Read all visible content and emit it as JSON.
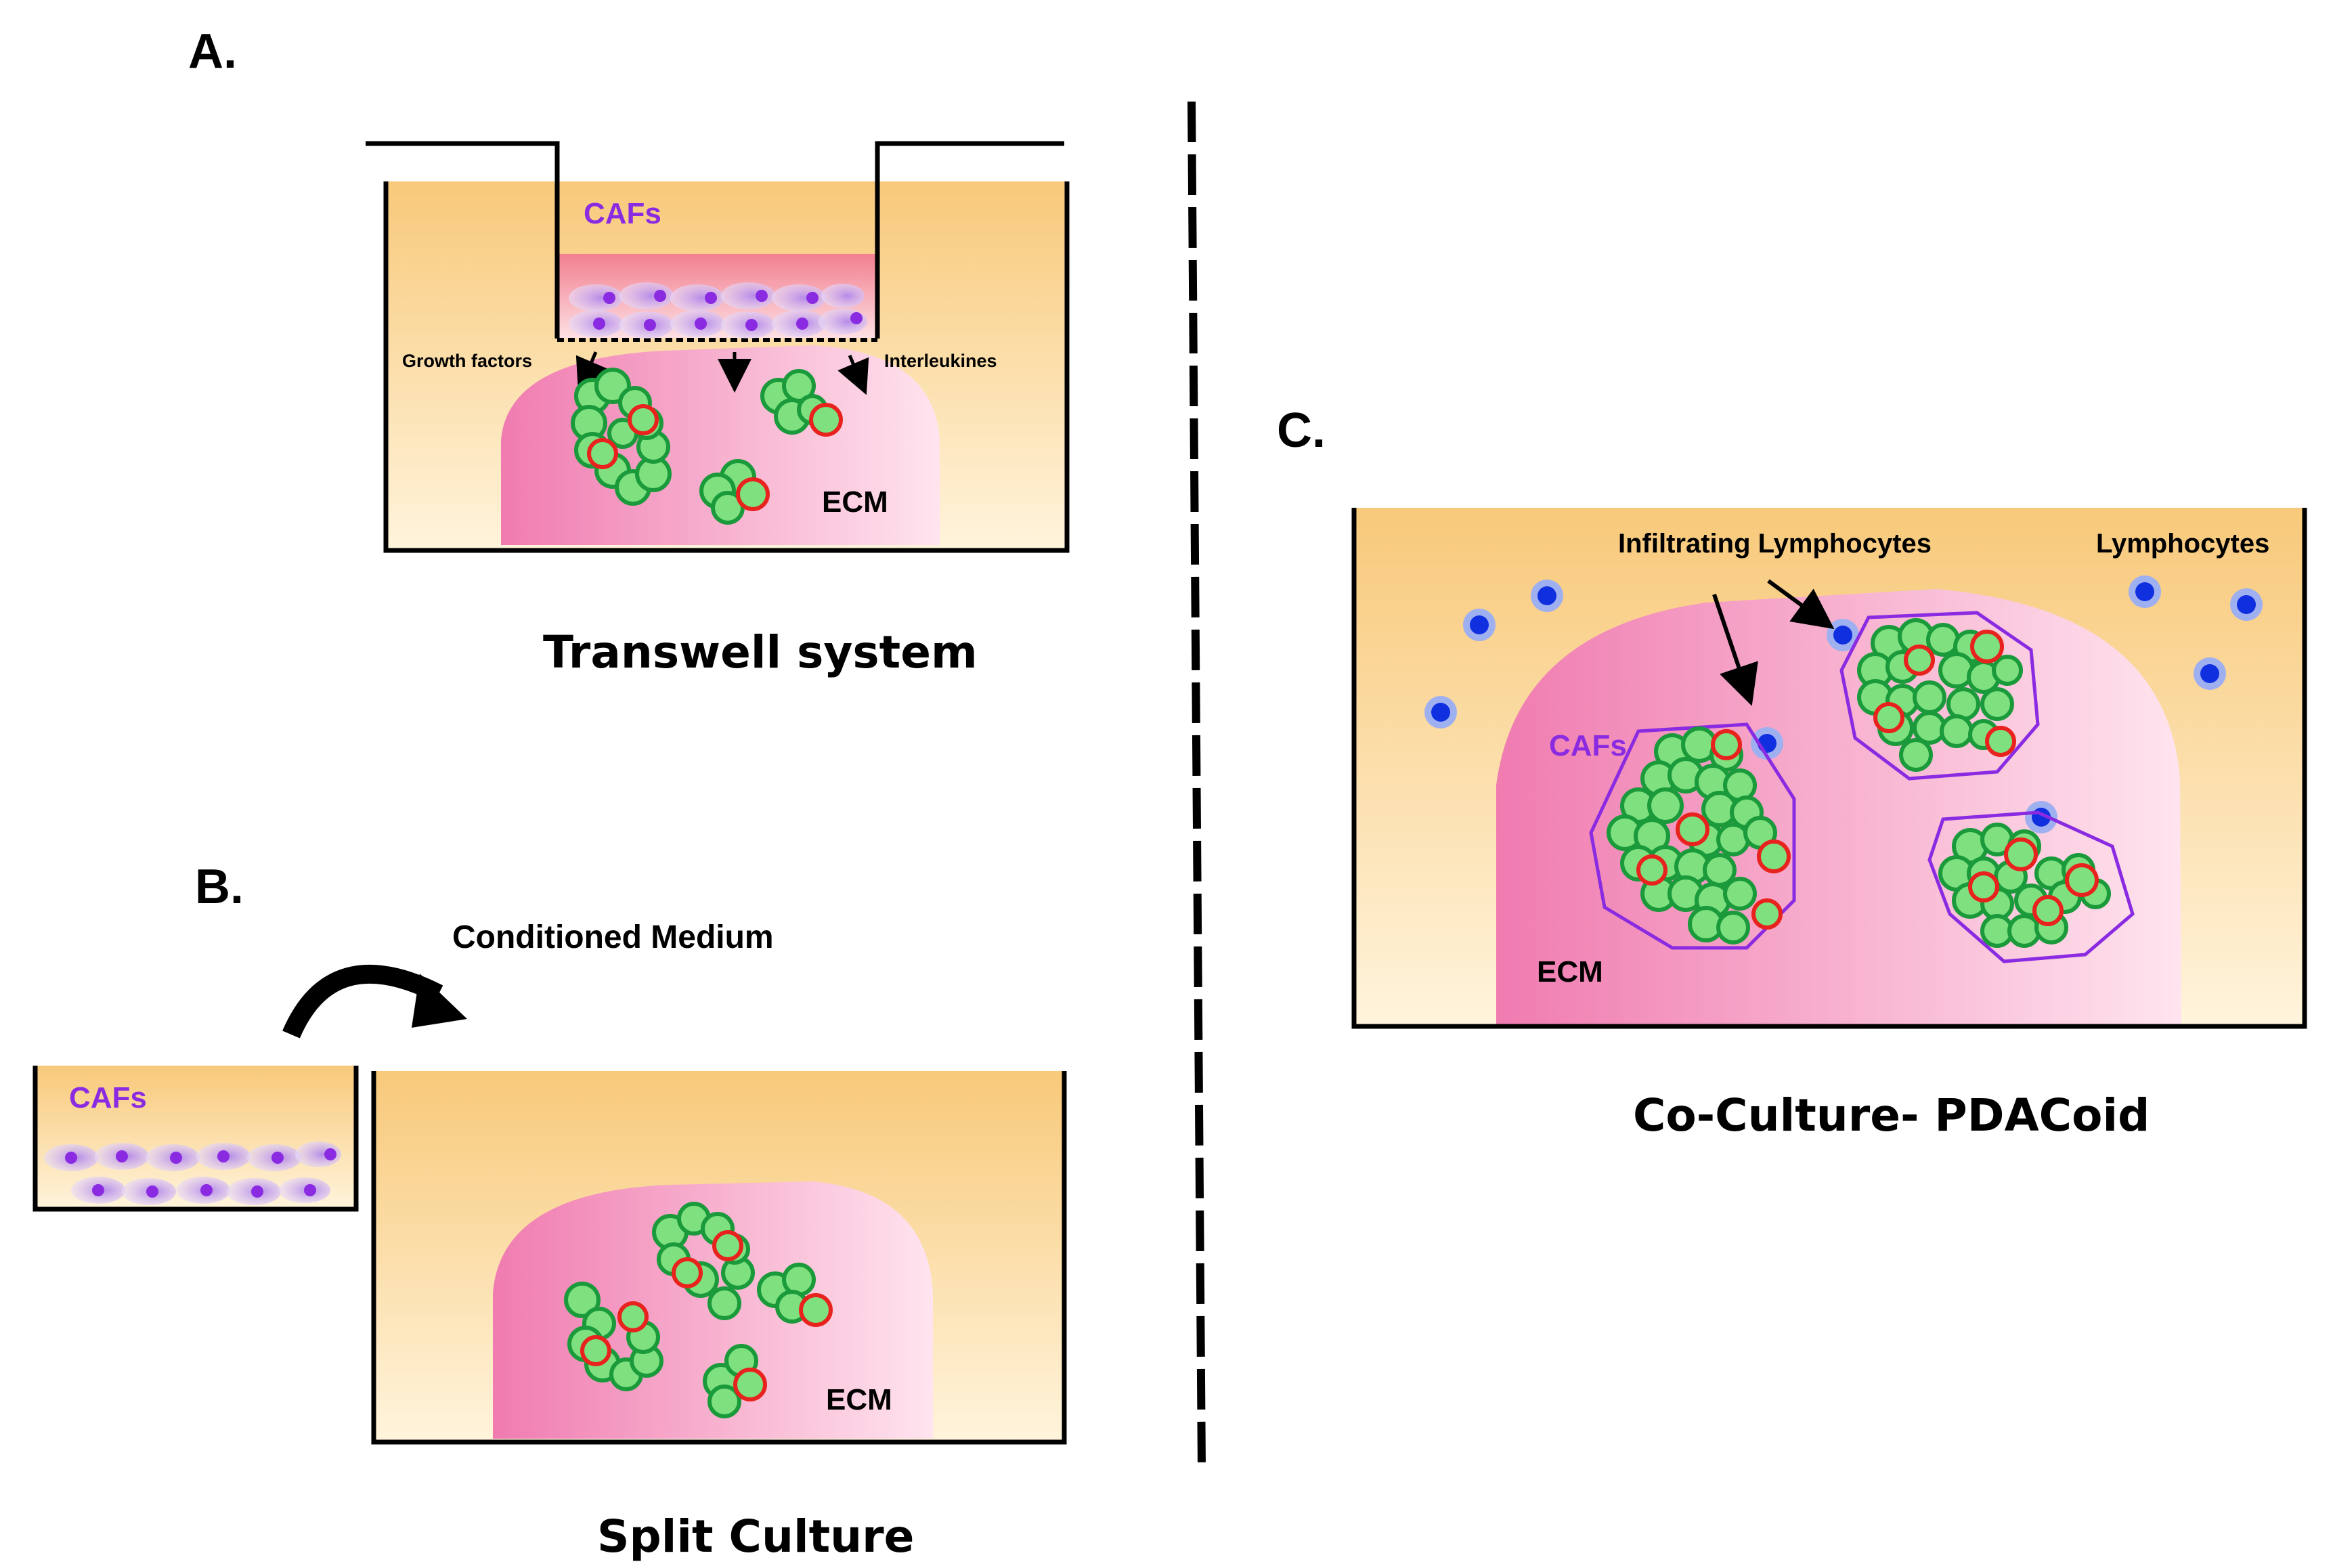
{
  "panel_a": {
    "letter": "A.",
    "cafs_label": "CAFs",
    "growth_factors": "Growth factors",
    "interleukines": "Interleukines",
    "ecm_label": "ECM",
    "caption": "Transwell system"
  },
  "panel_b": {
    "letter": "B.",
    "arrow_label": "Conditioned Medium",
    "cafs_label": "CAFs",
    "ecm_label": "ECM",
    "caption": "Split Culture"
  },
  "panel_c": {
    "letter": "C.",
    "infiltrating_label": "Infiltrating Lymphocytes",
    "lymphocytes_label": "Lymphocytes",
    "cafs_label": "CAFs",
    "ecm_label": "ECM",
    "caption": "Co-Culture- PDACoid"
  },
  "colors": {
    "medium_top": "#f8c97a",
    "medium_bottom": "#fff3d9",
    "ecm_dark": "#f07bb0",
    "ecm_light": "#ffe2ee",
    "insert_pink": "#f49aa8",
    "cell_green": "#7ee07e",
    "cell_green_stroke": "#1a9a3a",
    "cell_red_stroke": "#e8221c",
    "caf_purple": "#8a2be2",
    "caf_light": "#d0b3f0",
    "lymph_blue": "#1030e0",
    "lymph_halo": "#9fb0f0"
  }
}
